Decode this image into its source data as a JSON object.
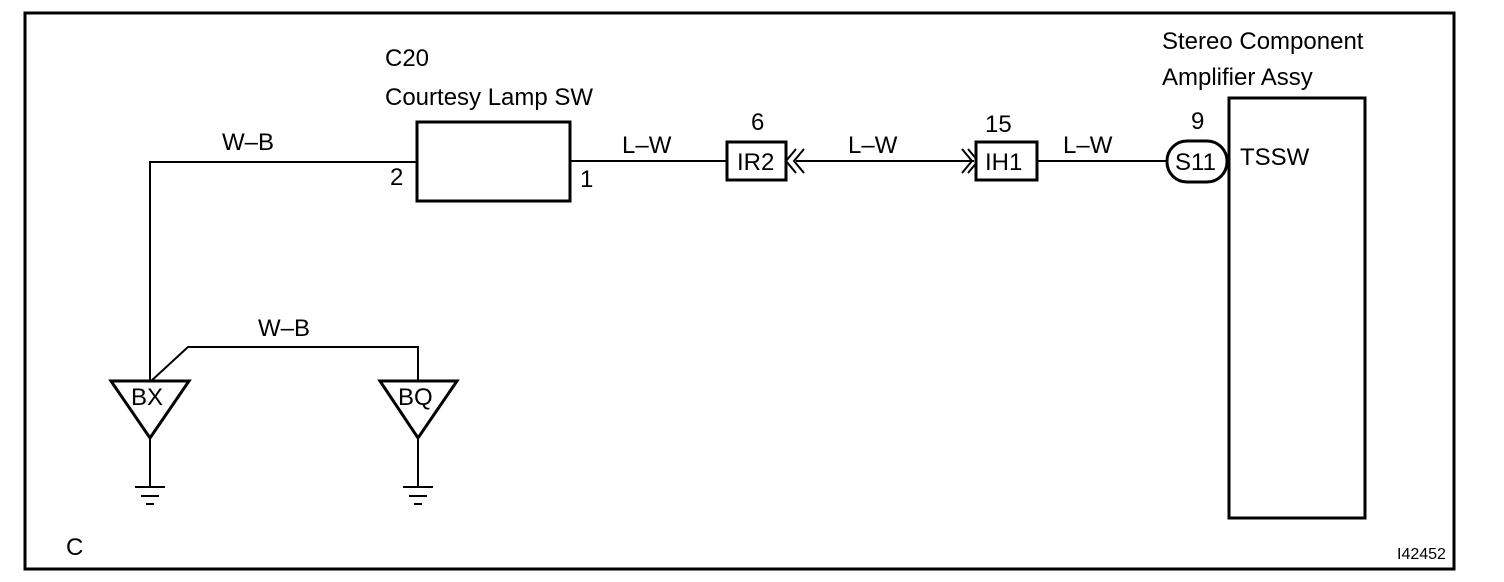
{
  "diagram": {
    "corner_letter": "C",
    "figure_id": "I42452",
    "switch": {
      "code": "C20",
      "name": "Courtesy Lamp SW",
      "pin_left": "2",
      "pin_right": "1"
    },
    "connectors": {
      "ir2": {
        "label": "IR2",
        "pin": "6"
      },
      "ih1": {
        "label": "IH1",
        "pin": "15"
      },
      "s11": {
        "label": "S11",
        "pin": "9"
      }
    },
    "amplifier": {
      "name_line1": "Stereo Component",
      "name_line2": "Amplifier Assy",
      "terminal": "TSSW"
    },
    "wires": {
      "top_left": "W–B",
      "ground_link": "W–B",
      "sw_to_ir2": "L–W",
      "ir2_to_ih1": "L–W",
      "ih1_to_s11": "L–W"
    },
    "grounds": {
      "bx": "BX",
      "bq": "BQ"
    }
  }
}
